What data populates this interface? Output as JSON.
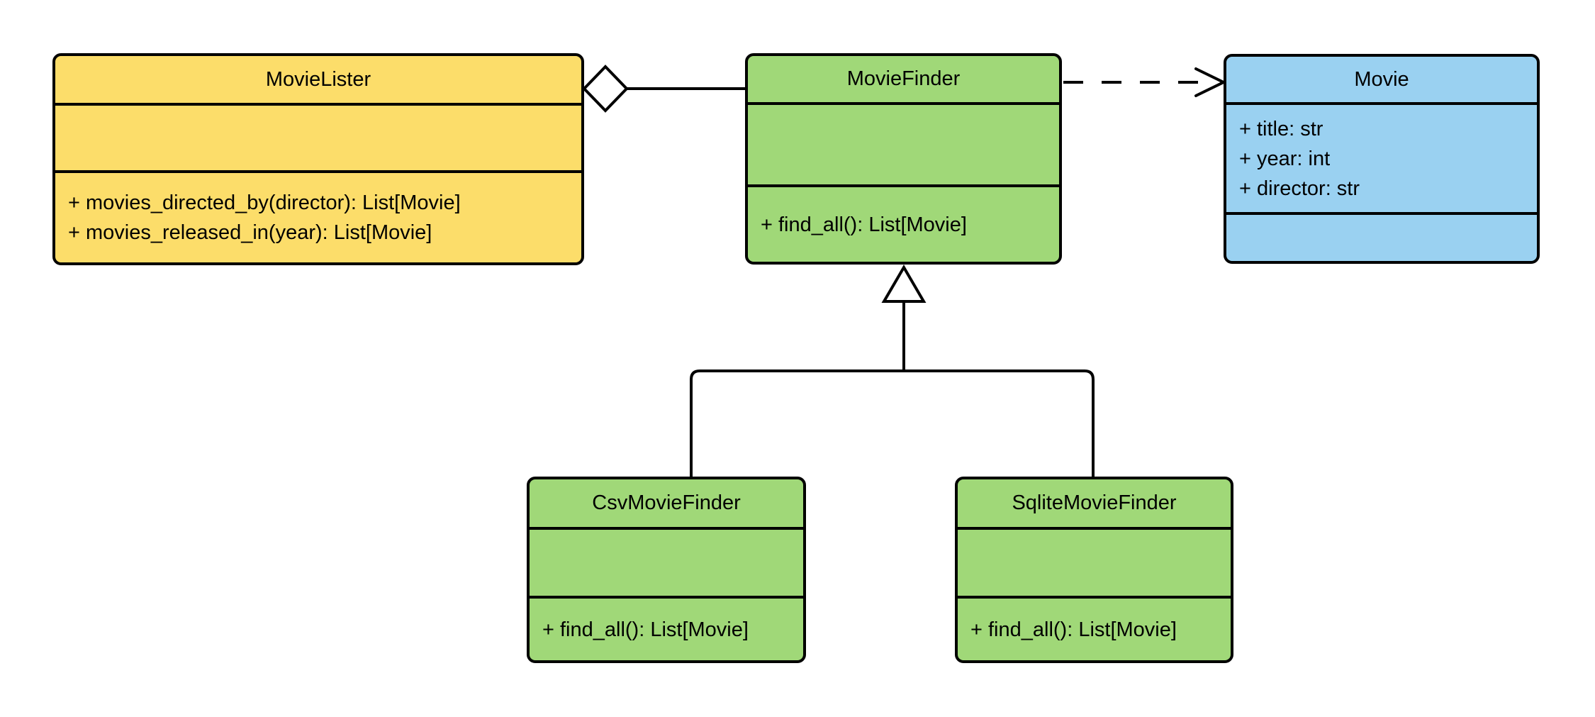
{
  "diagram": {
    "type": "uml-class-diagram",
    "colors": {
      "yellow": "#FCDD6A",
      "green": "#A0D878",
      "blue": "#9AD1F1",
      "line": "#000000",
      "shape_fill": "#FFFFFF"
    },
    "classes": [
      {
        "title": "MovieLister",
        "attributes": [],
        "methods": [
          "+ movies_directed_by(director): List[Movie]",
          "+ movies_released_in(year): List[Movie]"
        ]
      },
      {
        "title": "MovieFinder",
        "attributes": [],
        "methods": [
          "+ find_all(): List[Movie]"
        ]
      },
      {
        "title": "Movie",
        "attributes": [
          "+ title: str",
          "+ year: int",
          "+ director: str"
        ],
        "methods": []
      },
      {
        "title": "CsvMovieFinder",
        "attributes": [],
        "methods": [
          "+ find_all(): List[Movie]"
        ]
      },
      {
        "title": "SqliteMovieFinder",
        "attributes": [],
        "methods": [
          "+ find_all(): List[Movie]"
        ]
      }
    ],
    "relationships": [
      {
        "type": "aggregation",
        "from": "MovieLister",
        "to": "MovieFinder"
      },
      {
        "type": "dependency",
        "from": "MovieFinder",
        "to": "Movie"
      },
      {
        "type": "inheritance",
        "from": "CsvMovieFinder",
        "to": "MovieFinder"
      },
      {
        "type": "inheritance",
        "from": "SqliteMovieFinder",
        "to": "MovieFinder"
      }
    ]
  }
}
